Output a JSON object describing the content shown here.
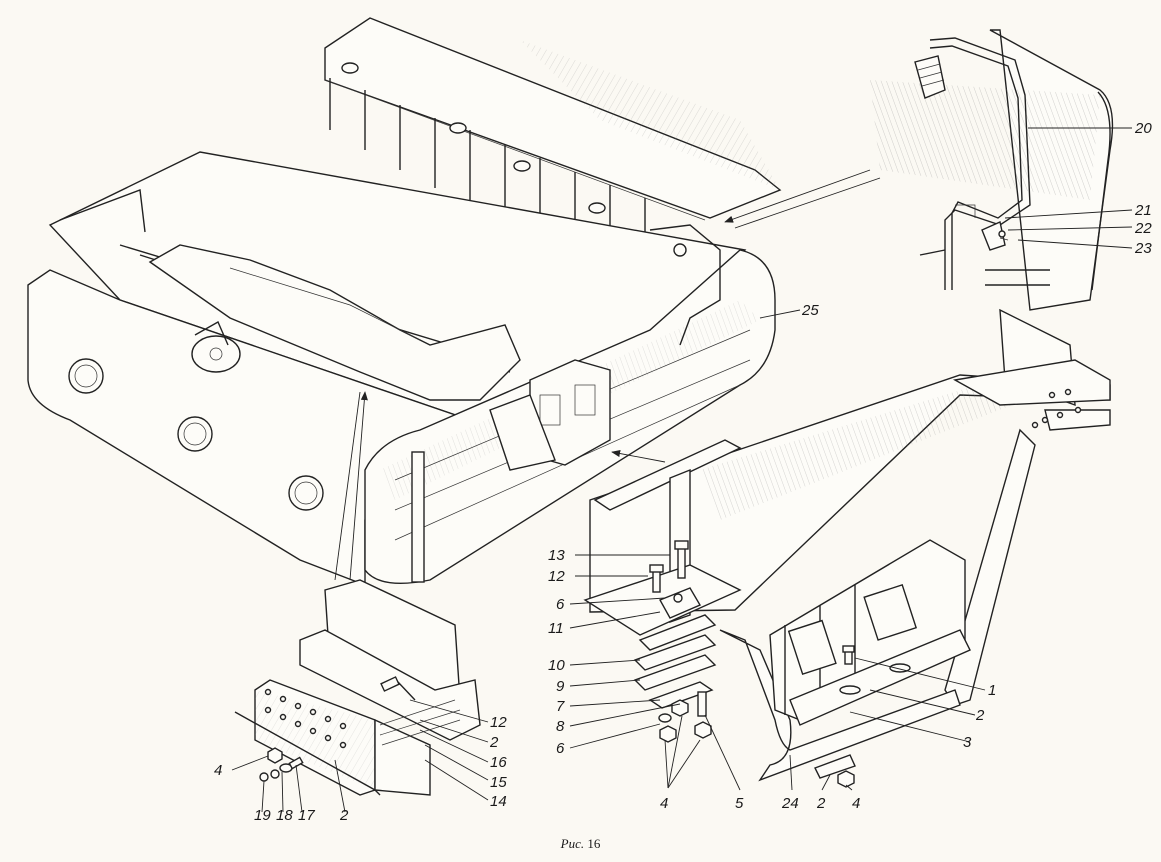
{
  "figure": {
    "caption_prefix": "Рис.",
    "caption_number": "16"
  },
  "callouts": {
    "c1": "1",
    "c2a": "2",
    "c2b": "2",
    "c2c": "2",
    "c2d": "2",
    "c3": "3",
    "c4a": "4",
    "c4b": "4",
    "c4c": "4",
    "c5": "5",
    "c6a": "6",
    "c6b": "6",
    "c7": "7",
    "c8": "8",
    "c9": "9",
    "c10": "10",
    "c11": "11",
    "c12a": "12",
    "c12b": "12",
    "c13": "13",
    "c14": "14",
    "c15": "15",
    "c16": "16",
    "c17": "17",
    "c18": "18",
    "c19": "19",
    "c20": "20",
    "c21": "21",
    "c22": "22",
    "c23": "23",
    "c24": "24",
    "c25": "25"
  }
}
